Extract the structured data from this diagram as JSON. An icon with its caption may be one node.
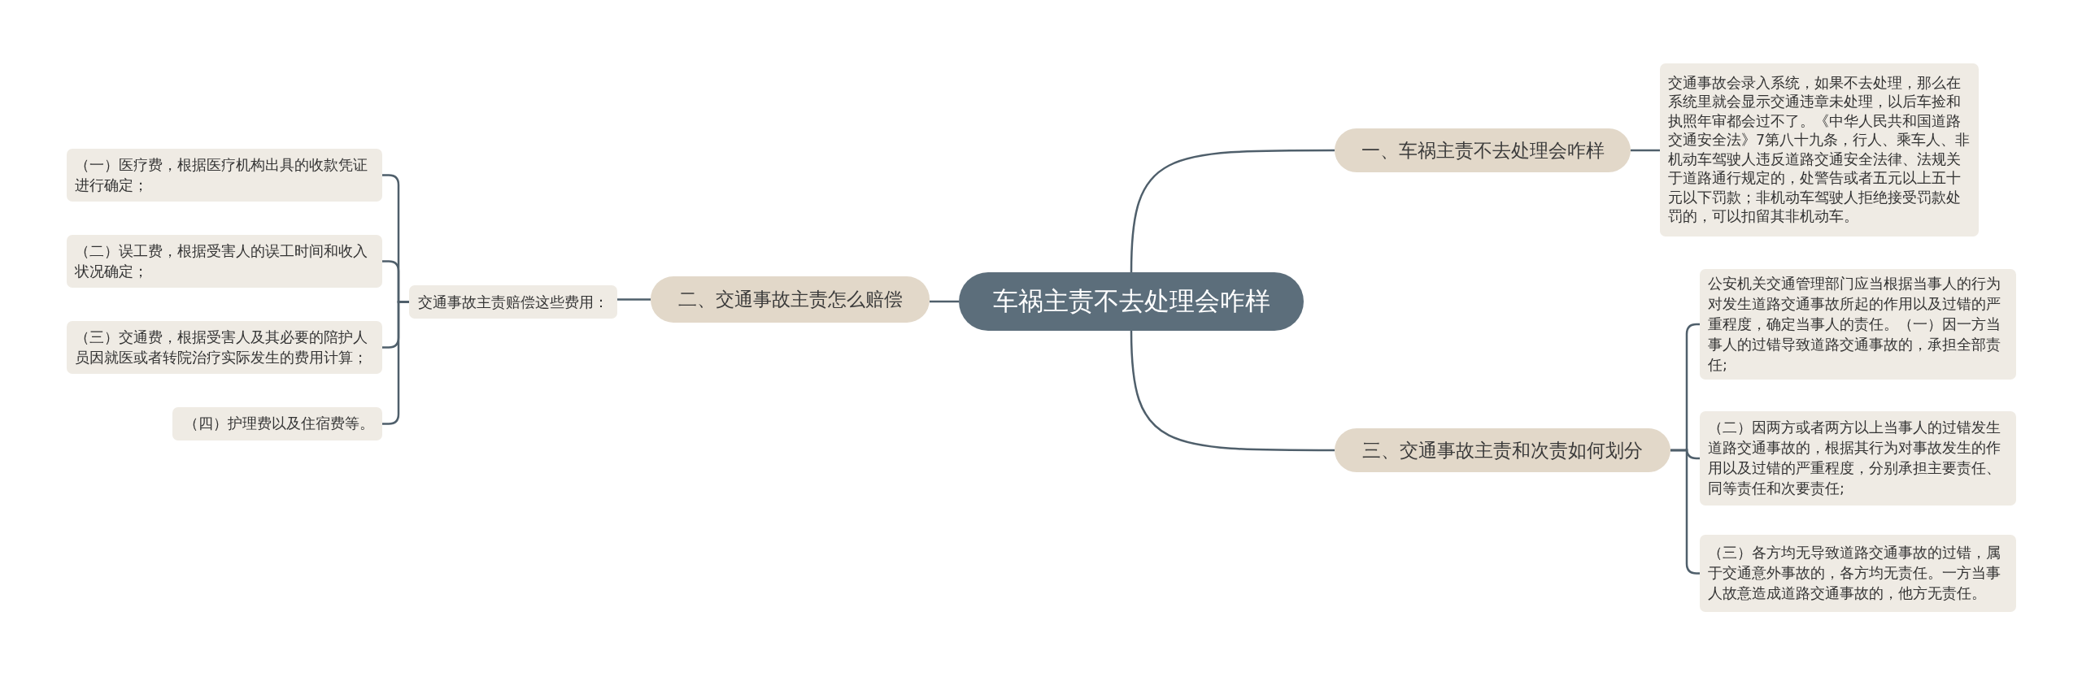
{
  "diagram": {
    "nodes": [
      {
        "text": [
          "车祸主责不去处理会咋样"
        ]
      },
      {
        "text": [
          "一、车祸主责不去处理会咋样"
        ]
      },
      {
        "text": [
          "交通事故会录入系统，如果不去处理，那么在系统里就会显示交通违章未处理，以后车捡和执照年审都会过不了。《中华人民共和国道路交通安全法》7第八十九条，行人、乘车人、非机动车驾驶人违反道路交通安全法律、法规关于道路通行规定的，处警告或者五元以上五十元以下罚款；非机动车驾驶人拒绝接受罚款处罚的，可以扣留其非机动车。"
        ]
      },
      {
        "text": [
          "二、交通事故主责怎么赔偿"
        ]
      },
      {
        "text": [
          "交通事故主责赔偿这些费用："
        ]
      },
      {
        "text": [
          "（一）医疗费，根据医疗机构出具的收款凭证进行确定；"
        ]
      },
      {
        "text": [
          "（二）误工费，根据受害人的误工时间和收入状况确定；"
        ]
      },
      {
        "text": [
          "（三）交通费，根据受害人及其必要的陪护人员因就医或者转院治疗实际发生的费用计算；"
        ]
      },
      {
        "text": [
          "（四）护理费以及住宿费等。"
        ]
      },
      {
        "text": [
          "三、交通事故主责和次责如何划分"
        ]
      },
      {
        "text": [
          "公安机关交通管理部门应当根据当事人的行为对发生道路交通事故所起的作用以及过错的严重程度，确定当事人的责任。（一）因一方当事人的过错导致道路交通事故的，承担全部责任;"
        ]
      },
      {
        "text": [
          "（二）因两方或者两方以上当事人的过错发生道路交通事故的，根据其行为对事故发生的作用以及过错的严重程度，分别承担主要责任、同等责任和次要责任;"
        ]
      },
      {
        "text": [
          "（三）各方均无导致道路交通事故的过错，属于交通意外事故的，各方均无责任。一方当事人故意造成道路交通事故的，他方无责任。"
        ]
      }
    ],
    "edges": [
      {
        "from": 0,
        "to": 1,
        "arrow": "none"
      },
      {
        "from": 1,
        "to": 2,
        "arrow": "none"
      },
      {
        "from": 0,
        "to": 3,
        "arrow": "none"
      },
      {
        "from": 3,
        "to": 4,
        "arrow": "none"
      },
      {
        "from": 4,
        "to": 5,
        "arrow": "none"
      },
      {
        "from": 4,
        "to": 6,
        "arrow": "none"
      },
      {
        "from": 4,
        "to": 7,
        "arrow": "none"
      },
      {
        "from": 4,
        "to": 8,
        "arrow": "none"
      },
      {
        "from": 0,
        "to": 9,
        "arrow": "none"
      },
      {
        "from": 9,
        "to": 10,
        "arrow": "none"
      },
      {
        "from": 9,
        "to": 11,
        "arrow": "none"
      },
      {
        "from": 9,
        "to": 12,
        "arrow": "none"
      }
    ]
  }
}
